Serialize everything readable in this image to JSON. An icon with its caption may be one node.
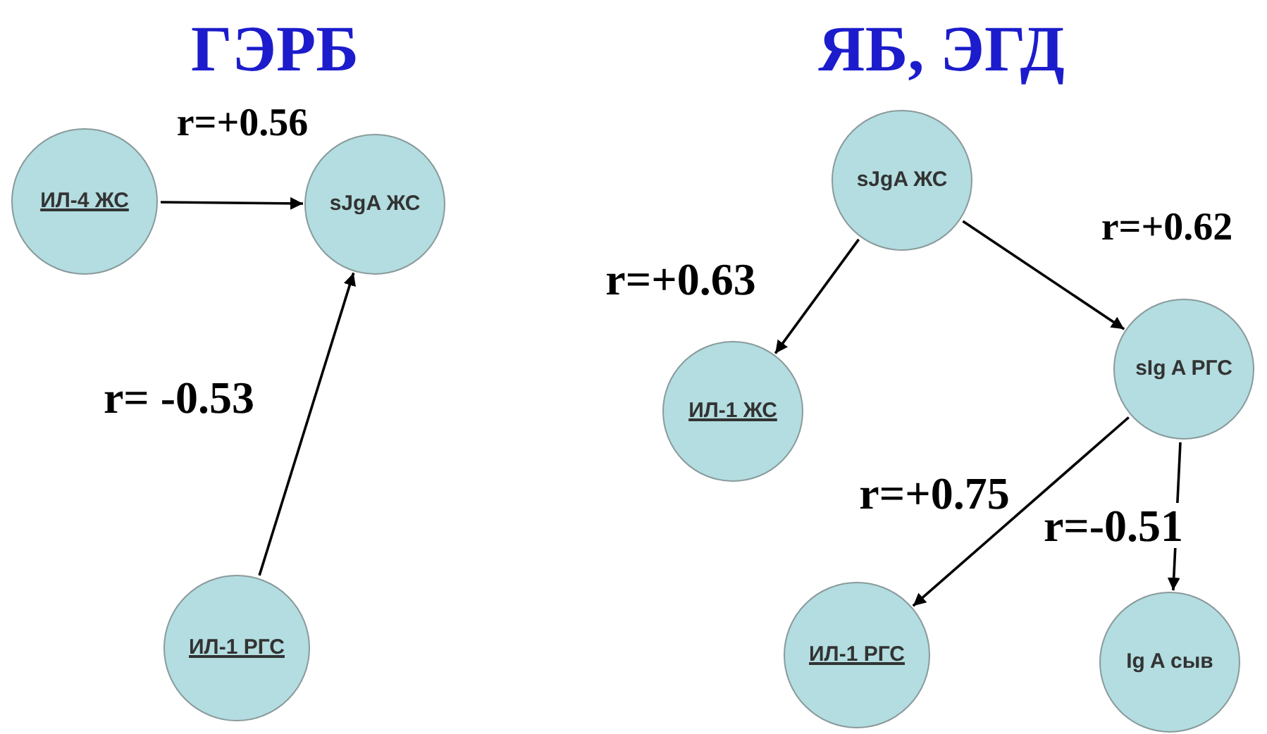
{
  "diagram": {
    "nodes": [
      {
        "text": [
          "ИЛ-4 ЖС"
        ]
      },
      {
        "text": [
          "sJgA ЖС"
        ]
      },
      {
        "text": [
          "ИЛ-1 РГС"
        ]
      },
      {
        "text": [
          "sJgA ЖС"
        ]
      },
      {
        "text": [
          "ИЛ-1 ЖС"
        ]
      },
      {
        "text": [
          "sIg A РГС"
        ]
      },
      {
        "text": [
          "ИЛ-1 РГС"
        ]
      },
      {
        "text": [
          "Ig A сыв"
        ]
      }
    ],
    "edges": [
      {
        "from": 0,
        "to": 1,
        "arrow": "to",
        "label": "r=+0.56"
      },
      {
        "from": 2,
        "to": 1,
        "arrow": "to",
        "label": "r= -0.53"
      },
      {
        "from": 3,
        "to": 4,
        "arrow": "to",
        "label": "r=+0.63"
      },
      {
        "from": 3,
        "to": 5,
        "arrow": "to",
        "label": "r=+0.62"
      },
      {
        "from": 5,
        "to": 6,
        "arrow": "to",
        "label": "r=+0.75"
      },
      {
        "from": 5,
        "to": 7,
        "arrow": "to",
        "label": "r=-0.51"
      }
    ],
    "labels": [
      "ГЭРБ",
      "ЯБ, ЭГД"
    ]
  }
}
